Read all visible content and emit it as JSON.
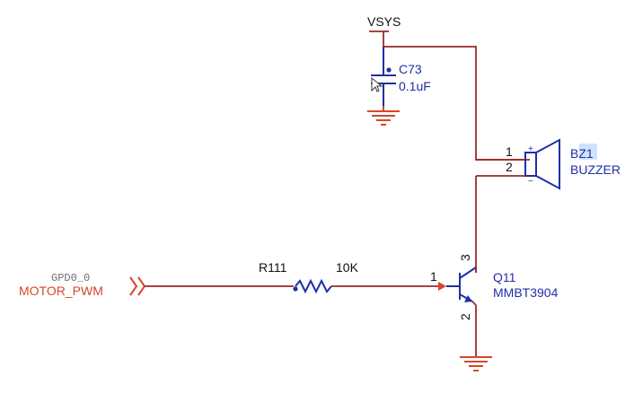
{
  "power": {
    "label": "VSYS"
  },
  "capacitor": {
    "ref": "C73",
    "value": "0.1uF"
  },
  "buzzer": {
    "ref_prefix": "BZ",
    "ref_suffix": "1",
    "name": "BUZZER",
    "pin1": "1",
    "pin2": "2",
    "plus": "+",
    "minus": "−"
  },
  "resistor": {
    "ref": "R111",
    "value": "10K"
  },
  "transistor": {
    "ref": "Q11",
    "part": "MMBT3904",
    "pin_base": "1",
    "pin_collector": "3",
    "pin_emitter": "2"
  },
  "net": {
    "port_label": "MOTOR_PWM",
    "alt_label": "GPD0_0"
  },
  "colors": {
    "wire": "#9a2a2a",
    "component": "#1f2fa8",
    "net_label": "#d8462a"
  }
}
